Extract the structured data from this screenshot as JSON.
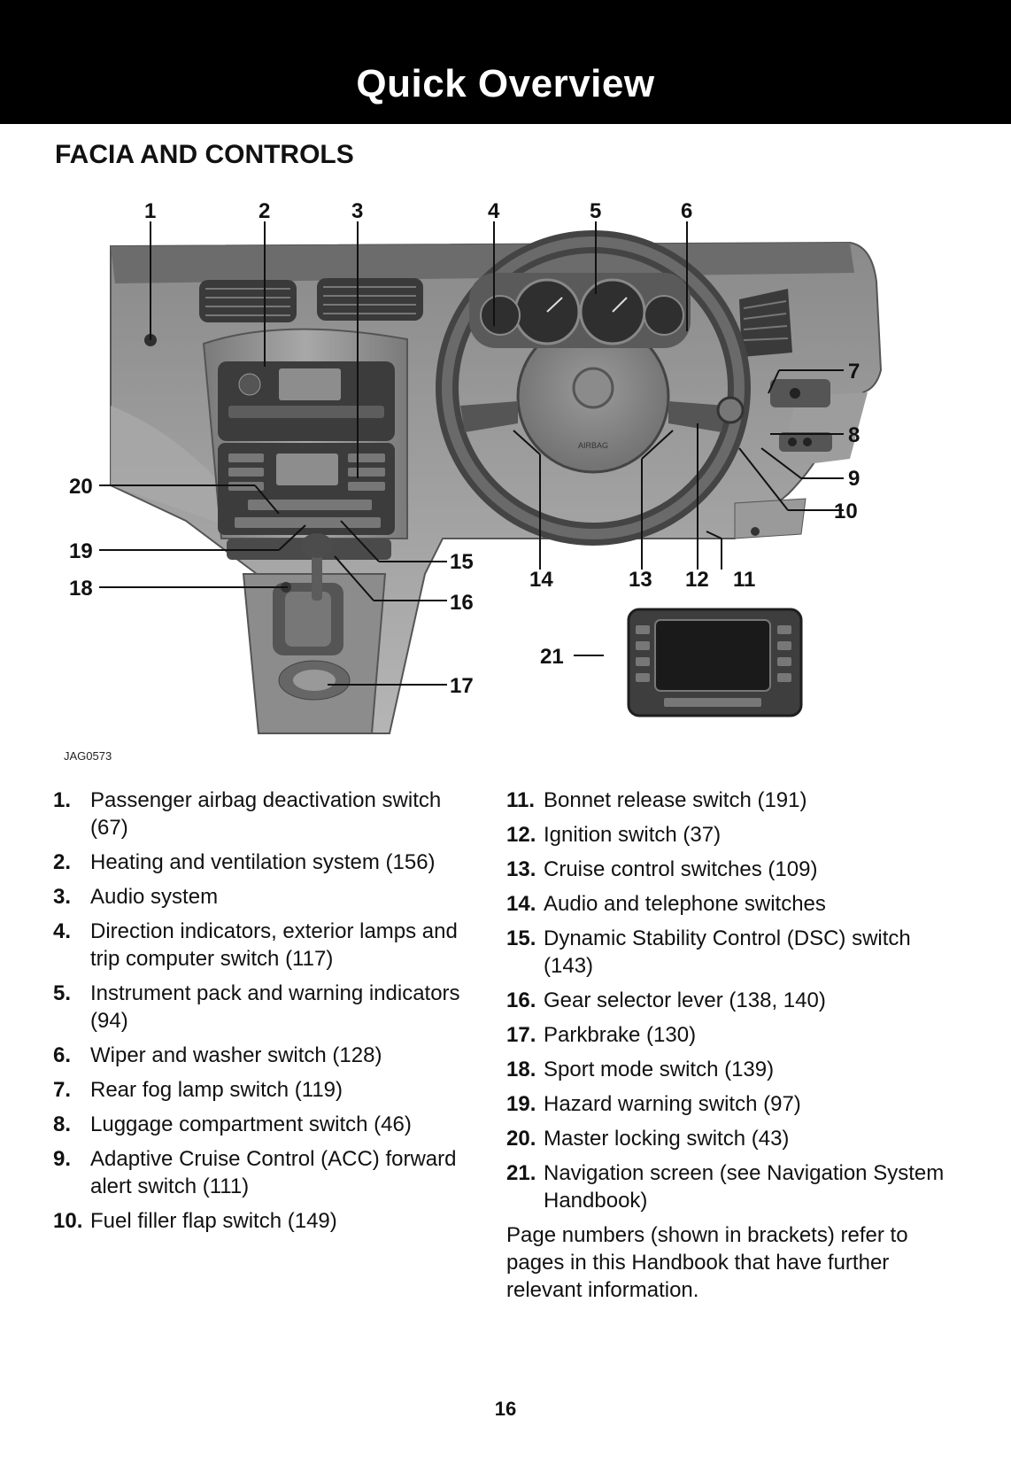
{
  "header": {
    "title": "Quick Overview"
  },
  "section": {
    "title": "FACIA AND CONTROLS"
  },
  "figure": {
    "code": "JAG0573",
    "callouts": [
      "1",
      "2",
      "3",
      "4",
      "5",
      "6",
      "7",
      "8",
      "9",
      "10",
      "11",
      "12",
      "13",
      "14",
      "15",
      "16",
      "17",
      "18",
      "19",
      "20",
      "21"
    ],
    "embossed_text": {
      "airbag": "AIRBAG"
    }
  },
  "items_left": [
    {
      "num": "1.",
      "text": "Passenger airbag deactivation switch (67)"
    },
    {
      "num": "2.",
      "text": "Heating and ventilation system (156)"
    },
    {
      "num": "3.",
      "text": "Audio system"
    },
    {
      "num": "4.",
      "text": "Direction indicators, exterior lamps and trip computer switch (117)"
    },
    {
      "num": "5.",
      "text": "Instrument pack and warning indicators (94)"
    },
    {
      "num": "6.",
      "text": "Wiper and washer switch (128)"
    },
    {
      "num": "7.",
      "text": "Rear fog lamp switch (119)"
    },
    {
      "num": "8.",
      "text": "Luggage compartment switch (46)"
    },
    {
      "num": "9.",
      "text": "Adaptive Cruise Control (ACC) forward alert switch (111)"
    },
    {
      "num": "10.",
      "text": "Fuel filler flap switch (149)"
    }
  ],
  "items_right": [
    {
      "num": "11.",
      "text": "Bonnet release switch (191)"
    },
    {
      "num": "12.",
      "text": "Ignition switch (37)"
    },
    {
      "num": "13.",
      "text": "Cruise control switches (109)"
    },
    {
      "num": "14.",
      "text": "Audio and telephone switches"
    },
    {
      "num": "15.",
      "text": "Dynamic Stability Control (DSC) switch (143)"
    },
    {
      "num": "16.",
      "text": "Gear selector lever (138, 140)"
    },
    {
      "num": "17.",
      "text": "Parkbrake (130)"
    },
    {
      "num": "18.",
      "text": "Sport mode switch (139)"
    },
    {
      "num": "19.",
      "text": "Hazard warning switch (97)"
    },
    {
      "num": "20.",
      "text": "Master locking switch (43)"
    },
    {
      "num": "21.",
      "text": "Navigation screen (see Navigation System Handbook)"
    }
  ],
  "note": "Page numbers (shown in brackets) refer to pages in this Handbook that have further relevant information.",
  "page_number": "16"
}
